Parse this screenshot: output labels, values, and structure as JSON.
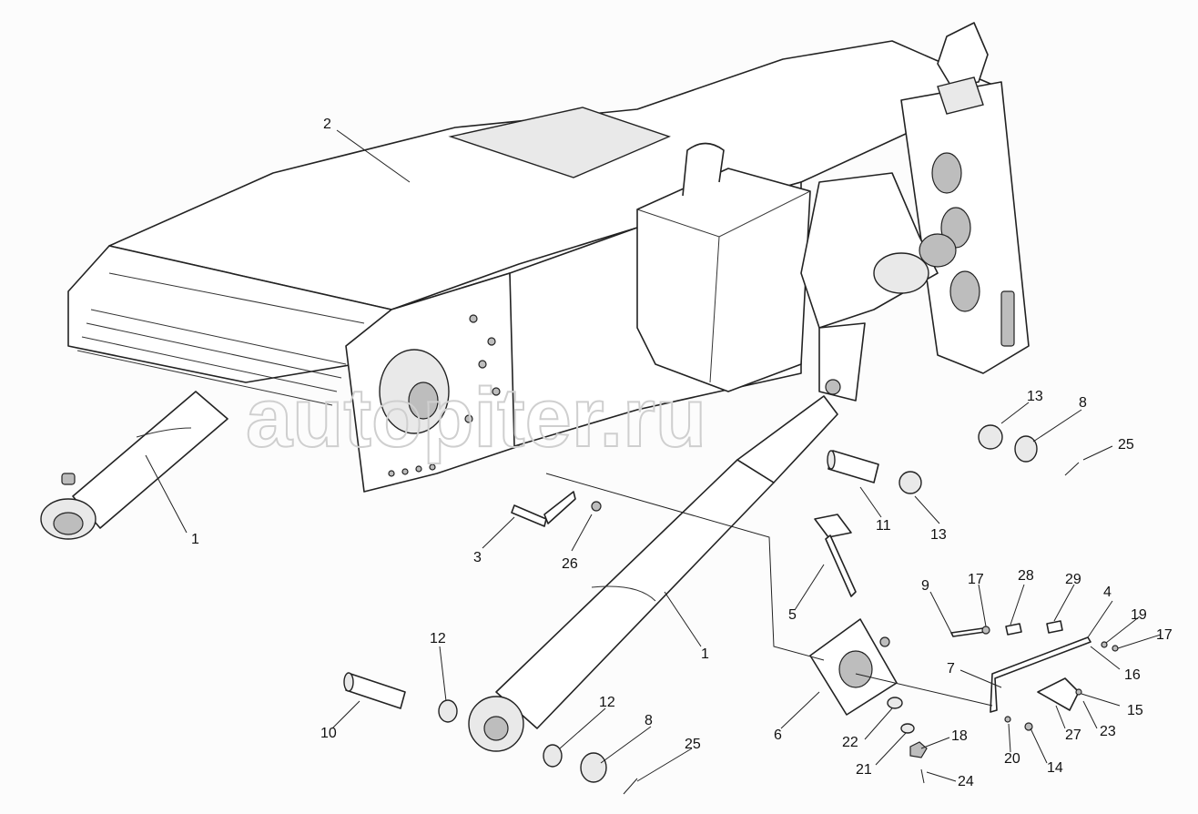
{
  "watermark": "autopiter.ru",
  "callouts": [
    {
      "id": "c2",
      "label": "2"
    },
    {
      "id": "c1a",
      "label": "1"
    },
    {
      "id": "c1b",
      "label": "1"
    },
    {
      "id": "c3",
      "label": "3"
    },
    {
      "id": "c26",
      "label": "26"
    },
    {
      "id": "c13a",
      "label": "13"
    },
    {
      "id": "c8a",
      "label": "8"
    },
    {
      "id": "c25a",
      "label": "25"
    },
    {
      "id": "c11",
      "label": "11"
    },
    {
      "id": "c13b",
      "label": "13"
    },
    {
      "id": "c5",
      "label": "5"
    },
    {
      "id": "c9",
      "label": "9"
    },
    {
      "id": "c17a",
      "label": "17"
    },
    {
      "id": "c28",
      "label": "28"
    },
    {
      "id": "c29",
      "label": "29"
    },
    {
      "id": "c4",
      "label": "4"
    },
    {
      "id": "c19",
      "label": "19"
    },
    {
      "id": "c17b",
      "label": "17"
    },
    {
      "id": "c16",
      "label": "16"
    },
    {
      "id": "c7",
      "label": "7"
    },
    {
      "id": "c15",
      "label": "15"
    },
    {
      "id": "c12a",
      "label": "12"
    },
    {
      "id": "c10",
      "label": "10"
    },
    {
      "id": "c12b",
      "label": "12"
    },
    {
      "id": "c8b",
      "label": "8"
    },
    {
      "id": "c25b",
      "label": "25"
    },
    {
      "id": "c6",
      "label": "6"
    },
    {
      "id": "c22",
      "label": "22"
    },
    {
      "id": "c18",
      "label": "18"
    },
    {
      "id": "c21",
      "label": "21"
    },
    {
      "id": "c20",
      "label": "20"
    },
    {
      "id": "c14",
      "label": "14"
    },
    {
      "id": "c24",
      "label": "24"
    },
    {
      "id": "c27",
      "label": "27"
    },
    {
      "id": "c23",
      "label": "23"
    }
  ]
}
